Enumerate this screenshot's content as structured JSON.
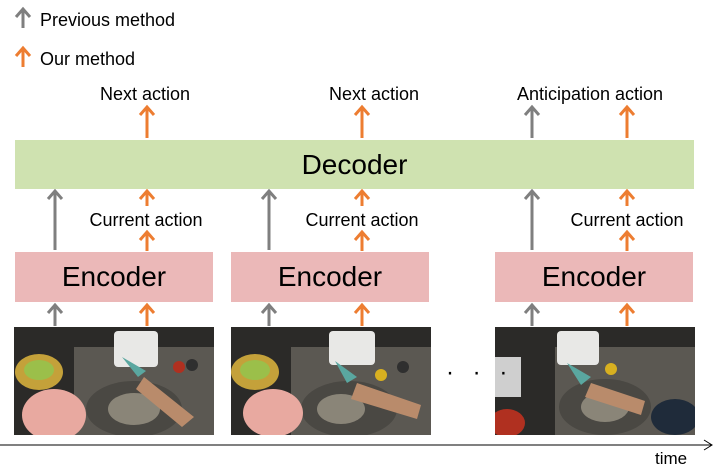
{
  "legend": {
    "previous": {
      "label": "Previous method",
      "color": "#7f7f7f"
    },
    "ours": {
      "label": "Our method",
      "color": "#ed7d31"
    }
  },
  "outputs": [
    "Next action",
    "Next action",
    "Anticipation action"
  ],
  "decoder_label": "Decoder",
  "encoder_label": "Encoder",
  "current_action_label": "Current action",
  "ellipsis": "· · ·",
  "time_label": "time",
  "frames": [
    {
      "icon": "kitchen-sink-video-frame"
    },
    {
      "icon": "kitchen-sink-video-frame"
    },
    {
      "icon": "kitchen-sink-video-frame"
    }
  ]
}
